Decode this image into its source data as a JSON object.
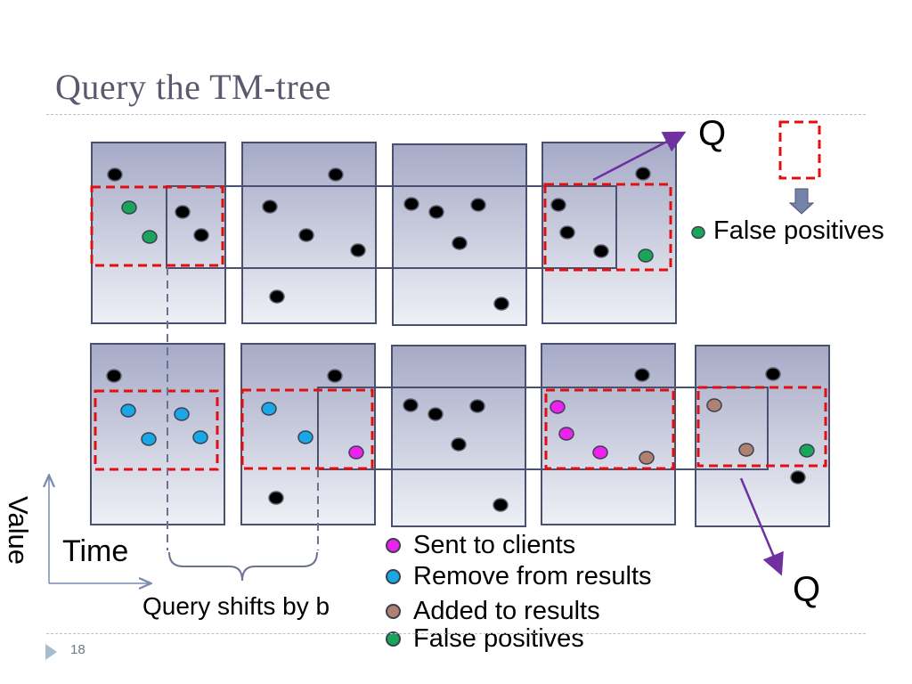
{
  "slide": {
    "title": "Query the TM-tree",
    "page_number": "18"
  },
  "labels": {
    "q_top": "Q",
    "q_bottom": "Q",
    "false_positives_top": "False positives",
    "value_axis": "Value",
    "time_axis": "Time",
    "query_shift": "Query shifts by b"
  },
  "legend": [
    {
      "label": "Sent to clients",
      "color": "#ee22ee"
    },
    {
      "label": "Remove from results",
      "color": "#1aa7e8"
    },
    {
      "label": "Added to results",
      "color": "#b08070"
    },
    {
      "label": "False positives",
      "color": "#1aa55a"
    }
  ],
  "colors": {
    "box_top": "#a8acc8",
    "box_bottom": "#eceef5",
    "box_border": "#4a5070",
    "dashed_red": "#e01010",
    "arrow_purple": "#7030a0",
    "black_point": "#000000",
    "false_positive": "#1aa55a",
    "sent": "#ee22ee",
    "removed": "#1aa7e8",
    "added": "#b08070"
  }
}
